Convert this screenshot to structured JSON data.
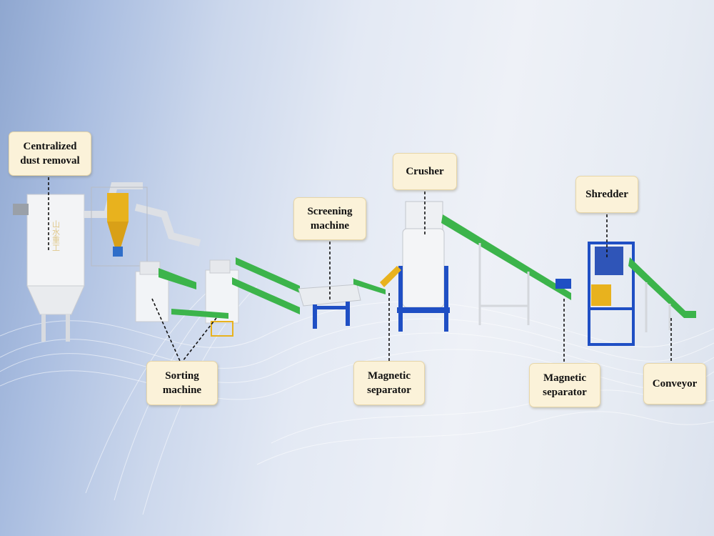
{
  "labels": {
    "dust_removal": "Centralized\ndust removal",
    "sorting": "Sorting\nmachine",
    "screening": "Screening\nmachine",
    "crusher": "Crusher",
    "magnetic_1": "Magnetic\nseparator",
    "magnetic_2": "Magnetic\nseparator",
    "shredder": "Shredder",
    "conveyor": "Conveyor"
  },
  "branding": {
    "tower_text": "山水重工"
  },
  "colors": {
    "label_fill": "#fbf2d9",
    "belt_green": "#3cb44b",
    "frame_blue": "#1f4fc4",
    "machine_white": "#f2f4f7",
    "motor_yellow": "#e8b21e"
  }
}
